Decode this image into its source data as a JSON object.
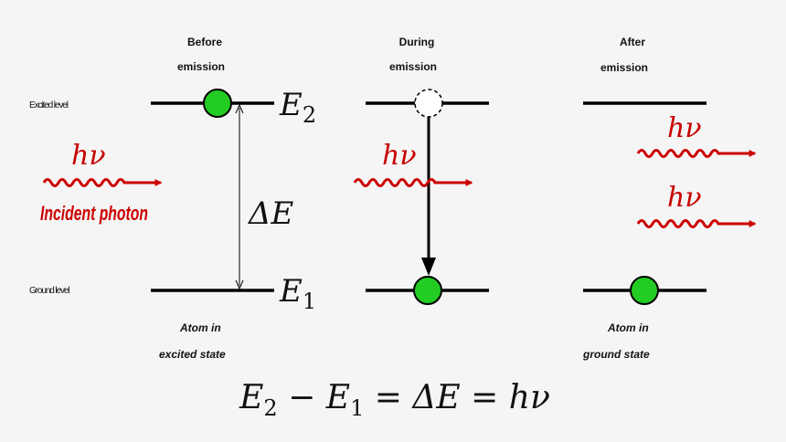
{
  "panels": {
    "before": {
      "caption_line1": "Before",
      "caption_line2": "emission",
      "state_line1": "Atom in",
      "state_line2": "excited state"
    },
    "during": {
      "caption_line1": "During",
      "caption_line2": "emission"
    },
    "after": {
      "caption_line1": "After",
      "caption_line2": "emission",
      "state_line1": "Atom in",
      "state_line2": "ground state"
    }
  },
  "levels": {
    "excited_label": "Excited level",
    "ground_label": "Ground level",
    "e2_symbol": "E",
    "e2_subscript": "2",
    "e1_symbol": "E",
    "e1_subscript": "1",
    "delta_e": "ΔE"
  },
  "photon": {
    "symbol": "hν",
    "incident_label": "Incident photon"
  },
  "equation": {
    "e2": "E",
    "e2_sub": "2",
    "minus": "−",
    "e1": "E",
    "e1_sub": "1",
    "eq1": "=",
    "delta_e": "ΔE",
    "eq2": "=",
    "h_nu": "hν"
  },
  "colors": {
    "electron": "#22cc22",
    "photon": "#cc0000",
    "line": "#000000"
  }
}
